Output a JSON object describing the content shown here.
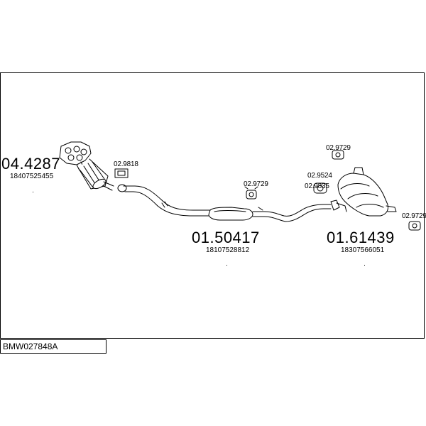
{
  "diagram": {
    "reference": "BMW027848A",
    "parts": [
      {
        "id": "manifold-cat",
        "number": "04.4287",
        "oe": "18407525455"
      },
      {
        "id": "middle-silencer",
        "number": "01.50417",
        "oe": "18107528812"
      },
      {
        "id": "rear-silencer",
        "number": "01.61439",
        "oe": "18307566051"
      }
    ],
    "accessories": [
      {
        "id": "clamp-front",
        "number": "02.9818"
      },
      {
        "id": "hanger-mid",
        "number": "02.9729"
      },
      {
        "id": "hanger-rear-top",
        "number": "02.9729"
      },
      {
        "id": "gasket-rear",
        "number": "02.9524"
      },
      {
        "id": "ring-rear",
        "number": "02.9835"
      },
      {
        "id": "hanger-rear-tail",
        "number": "02.9729"
      }
    ]
  }
}
